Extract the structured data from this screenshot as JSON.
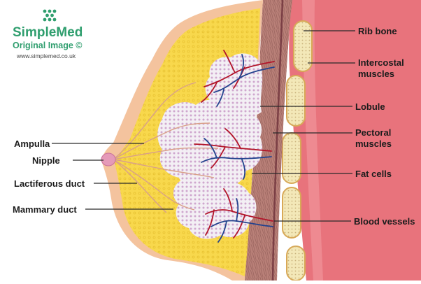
{
  "watermark": {
    "brand": "SimpleMed",
    "subtitle": "Original Image ©",
    "url": "www.simplemed.co.uk",
    "brand_color": "#2f9e6e",
    "logo_icon": "dots-logo-icon"
  },
  "labels": {
    "rib_bone": "Rib bone",
    "intercostal_line1": "Intercostal",
    "intercostal_line2": "muscles",
    "lobule": "Lobule",
    "pectoral_line1": "Pectoral",
    "pectoral_line2": "muscles",
    "fat_cells": "Fat cells",
    "blood_vessels": "Blood vessels",
    "ampulla": "Ampulla",
    "nipple": "Nipple",
    "lactiferous_duct": "Lactiferous duct",
    "mammary_duct": "Mammary duct"
  },
  "colors": {
    "skin": "#f4c39e",
    "fat": "#f8d84c",
    "lobule_tissue": "#f3eff4",
    "lobule_dots": "#c99ac8",
    "pectoral": "#b98078",
    "intercostal": "#e8737c",
    "rib_bone": "#f3e8b8",
    "artery": "#b2152a",
    "vein": "#24438e"
  }
}
